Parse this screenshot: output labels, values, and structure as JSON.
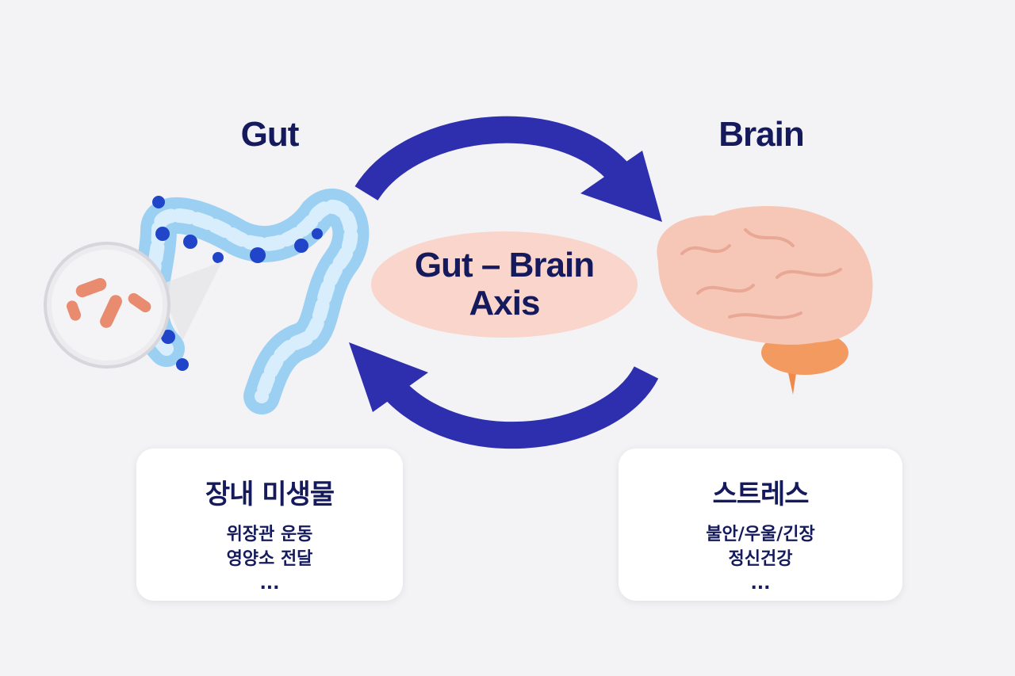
{
  "gut": {
    "title": "Gut"
  },
  "brain": {
    "title": "Brain"
  },
  "axis": {
    "line1": "Gut – Brain",
    "line2": "Axis"
  },
  "gut_card": {
    "heading": "장내 미생물",
    "lines": [
      "위장관 운동",
      "영양소 전달",
      "..."
    ]
  },
  "brain_card": {
    "heading": "스트레스",
    "lines": [
      "불안/우울/긴장",
      "정신건강",
      "..."
    ]
  },
  "colors": {
    "navy": "#141a5c",
    "arrow": "#2e2fae",
    "gut": "#8fc8f0",
    "brain": "#f6c7b7",
    "ellipse": "#f9d5cb"
  },
  "icons": [
    "intestine-illustration",
    "bacteria-magnifier",
    "brain-illustration",
    "cycle-arrow-top",
    "cycle-arrow-bottom"
  ]
}
